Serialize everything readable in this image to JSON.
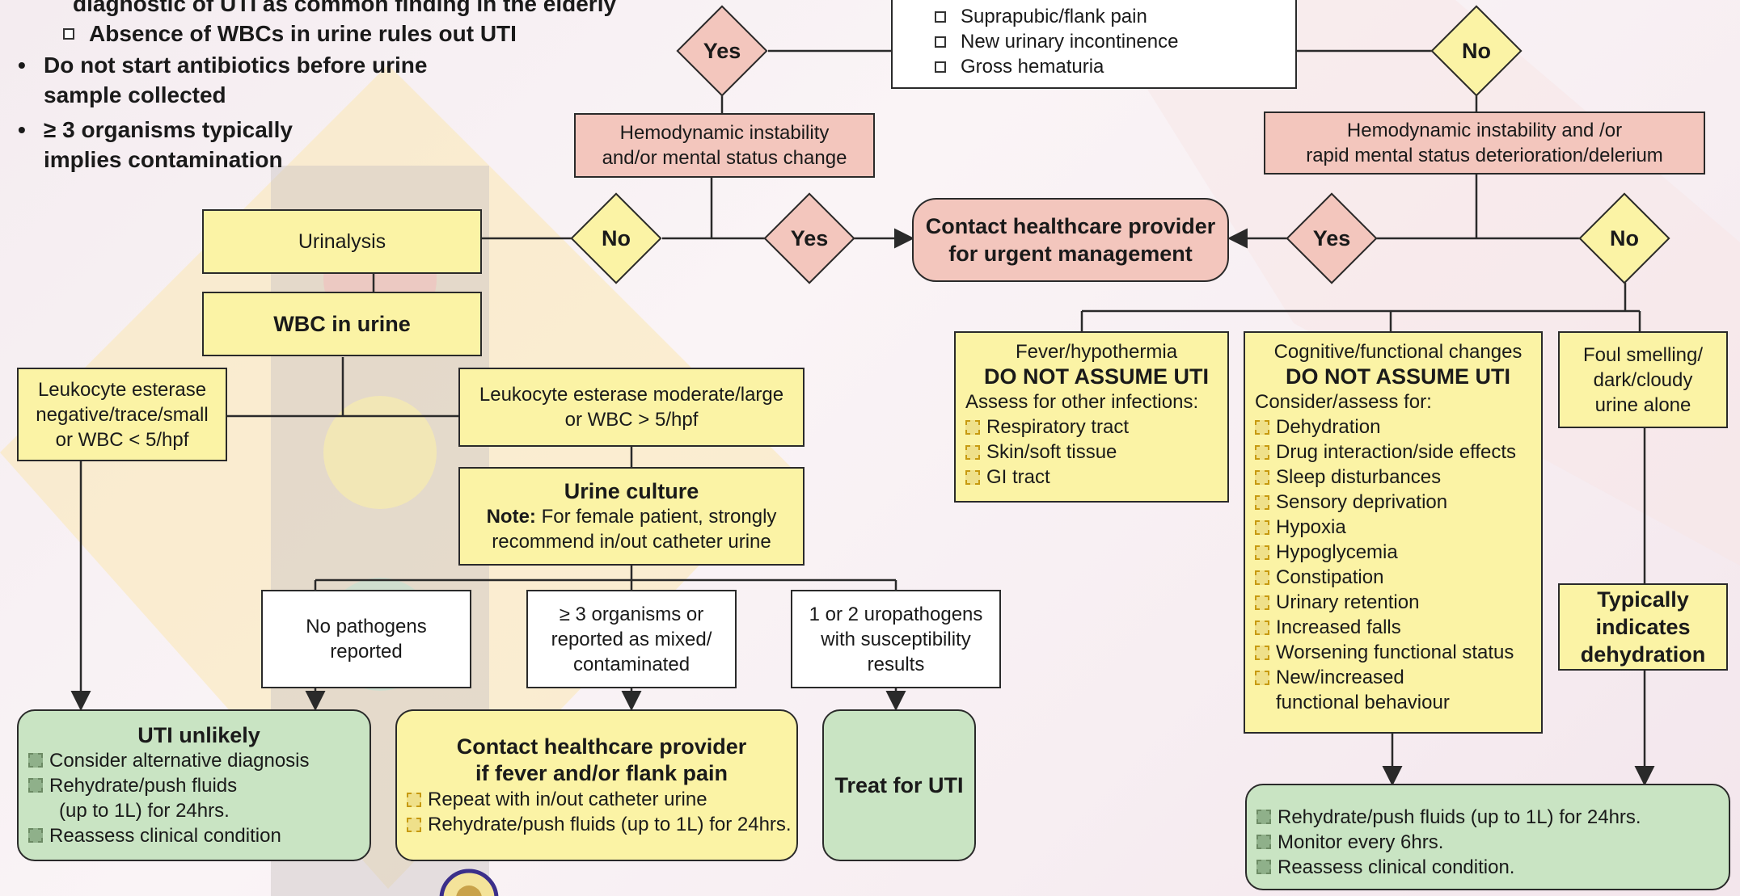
{
  "notes": {
    "partial_line": "diagnostic of UTI as common finding in the elderly",
    "sub_item": "Absence of WBCs in urine rules out UTI",
    "bullet_1_line1": "Do not start antibiotics before urine",
    "bullet_1_line2": "sample collected",
    "bullet_2_line1": "≥ 3 organisms typically",
    "bullet_2_line2": "implies contamination"
  },
  "symptoms": [
    "Suprapubic/flank pain",
    "New urinary incontinence",
    "Gross hematuria"
  ],
  "diamonds": {
    "yes_top": "Yes",
    "no_top": "No",
    "no_mid": "No",
    "yes_mid": "Yes",
    "yes_right": "Yes",
    "no_right": "No"
  },
  "hemo_left": {
    "line1": "Hemodynamic instability",
    "line2": "and/or mental status change"
  },
  "hemo_right": {
    "line1": "Hemodynamic instability and /or",
    "line2": "rapid mental status deterioration/delerium"
  },
  "contact_urgent": {
    "line1": "Contact healthcare provider",
    "line2": "for urgent management"
  },
  "urinalysis": "Urinalysis",
  "wbc": "WBC in urine",
  "leuk_neg": {
    "line1": "Leukocyte esterase",
    "line2": "negative/trace/small",
    "line3": "or WBC < 5/hpf"
  },
  "leuk_pos": {
    "line1": "Leukocyte esterase moderate/large",
    "line2": "or WBC > 5/hpf"
  },
  "urine_culture": {
    "title": "Urine culture",
    "note_label": "Note:",
    "line1": "For female patient, strongly",
    "line2": "recommend in/out catheter urine"
  },
  "no_pathogens": {
    "line1": "No pathogens",
    "line2": "reported"
  },
  "three_org": {
    "line1": "≥ 3 organisms or",
    "line2": "reported as mixed/",
    "line3": "contaminated"
  },
  "uropath": {
    "line1": "1 or 2 uropathogens",
    "line2": "with susceptibility",
    "line3": "results"
  },
  "uti_unlikely": {
    "title": "UTI unlikely",
    "items": [
      "Consider alternative diagnosis",
      "Rehydrate/push fluids",
      "Reassess clinical condition"
    ],
    "indent": "(up to 1L) for 24hrs."
  },
  "contact_fever": {
    "line1": "Contact healthcare provider",
    "line2": "if fever and/or flank pain",
    "items": [
      "Repeat with in/out catheter urine",
      "Rehydrate/push fluids (up to 1L) for 24hrs."
    ]
  },
  "treat": "Treat for UTI",
  "fever": {
    "line1": "Fever/hypothermia",
    "line2": "DO NOT ASSUME UTI",
    "line3": "Assess for other infections:",
    "items": [
      "Respiratory tract",
      "Skin/soft tissue",
      "GI tract"
    ]
  },
  "cognitive": {
    "line1": "Cognitive/functional changes",
    "line2": "DO NOT ASSUME UTI",
    "line3": "Consider/assess for:",
    "items": [
      "Dehydration",
      "Drug interaction/side effects",
      "Sleep disturbances",
      "Sensory deprivation",
      "Hypoxia",
      "Hypoglycemia",
      "Constipation",
      "Urinary retention",
      "Increased falls",
      "Worsening functional status",
      "New/increased"
    ],
    "last_line": "functional behaviour"
  },
  "foul": {
    "line1": "Foul smelling/",
    "line2": "dark/cloudy",
    "line3": "urine alone"
  },
  "typically": {
    "line1": "Typically",
    "line2": "indicates",
    "line3": "dehydration"
  },
  "final": {
    "items": [
      "Rehydrate/push fluids (up to 1L) for 24hrs.",
      "Monitor every 6hrs.",
      "Reassess clinical condition."
    ]
  }
}
